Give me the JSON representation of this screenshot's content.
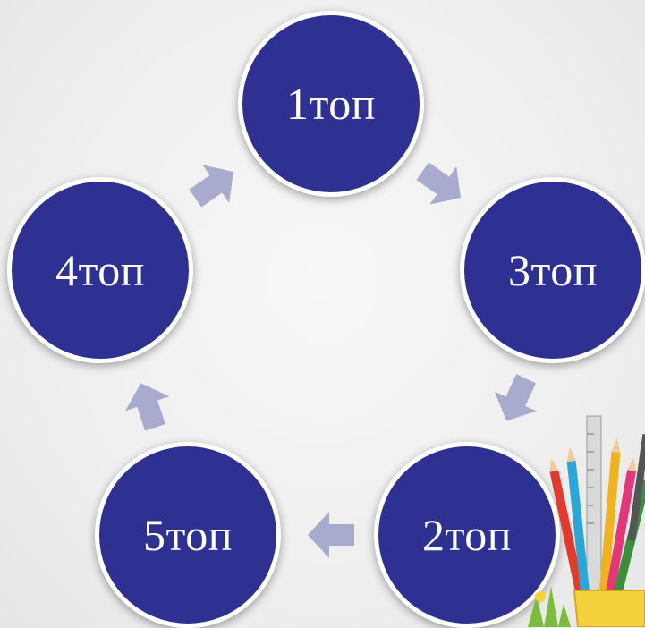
{
  "nodes": [
    {
      "id": "n1",
      "label": "1топ"
    },
    {
      "id": "n3",
      "label": "3топ"
    },
    {
      "id": "n2",
      "label": "2топ"
    },
    {
      "id": "n5",
      "label": "5топ"
    },
    {
      "id": "n4",
      "label": "4топ"
    }
  ],
  "colors": {
    "node_fill": "#2e3191",
    "node_border": "#ffffff",
    "arrow": "#a9abce",
    "background": "#efefef"
  },
  "cycle_order": [
    "1топ",
    "3топ",
    "2топ",
    "5топ",
    "4топ"
  ]
}
